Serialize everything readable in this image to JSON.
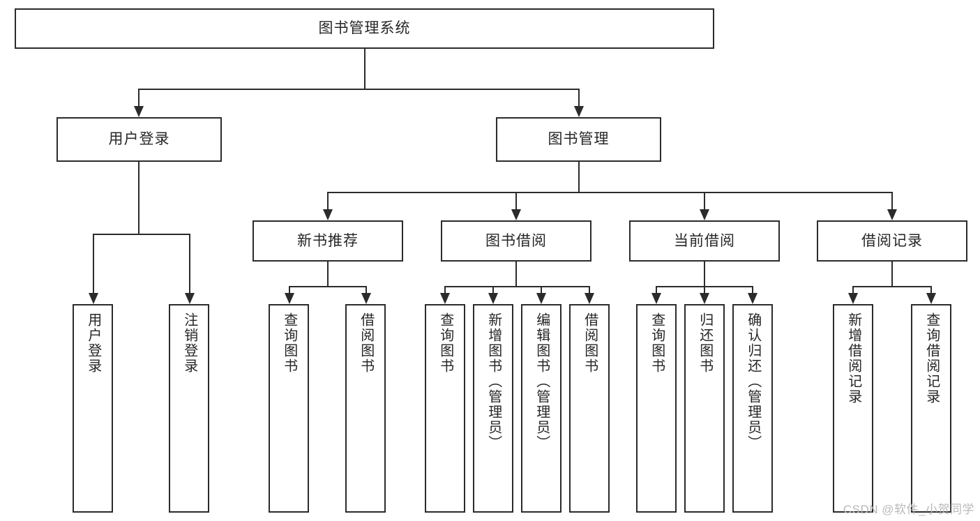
{
  "diagram": {
    "title": "图书管理系统",
    "type": "tree",
    "watermark": "CSDN @软件_小贺同学",
    "colors": {
      "box_border": "#2b2b2b",
      "box_fill": "#ffffff",
      "text": "#262626",
      "connector": "#2b2b2b",
      "watermark": "#b9b9b9"
    }
  },
  "root": {
    "label": "图书管理系统"
  },
  "level1": [
    {
      "label": "用户登录"
    },
    {
      "label": "图书管理"
    }
  ],
  "level2": [
    {
      "label": "新书推荐"
    },
    {
      "label": "图书借阅"
    },
    {
      "label": "当前借阅"
    },
    {
      "label": "借阅记录"
    }
  ],
  "leaves": {
    "user_login": [
      {
        "label": "用户登录"
      },
      {
        "label": "注销登录"
      }
    ],
    "new_book": [
      {
        "label": "查询图书"
      },
      {
        "label": "借阅图书"
      }
    ],
    "borrow_book": [
      {
        "label": "查询图书"
      },
      {
        "label": "新增图书（管理员）"
      },
      {
        "label": "编辑图书（管理员）"
      },
      {
        "label": "借阅图书"
      }
    ],
    "current_borrow": [
      {
        "label": "查询图书"
      },
      {
        "label": "归还图书"
      },
      {
        "label": "确认归还（管理员）"
      }
    ],
    "borrow_record": [
      {
        "label": "新增借阅记录"
      },
      {
        "label": "查询借阅记录"
      }
    ]
  }
}
